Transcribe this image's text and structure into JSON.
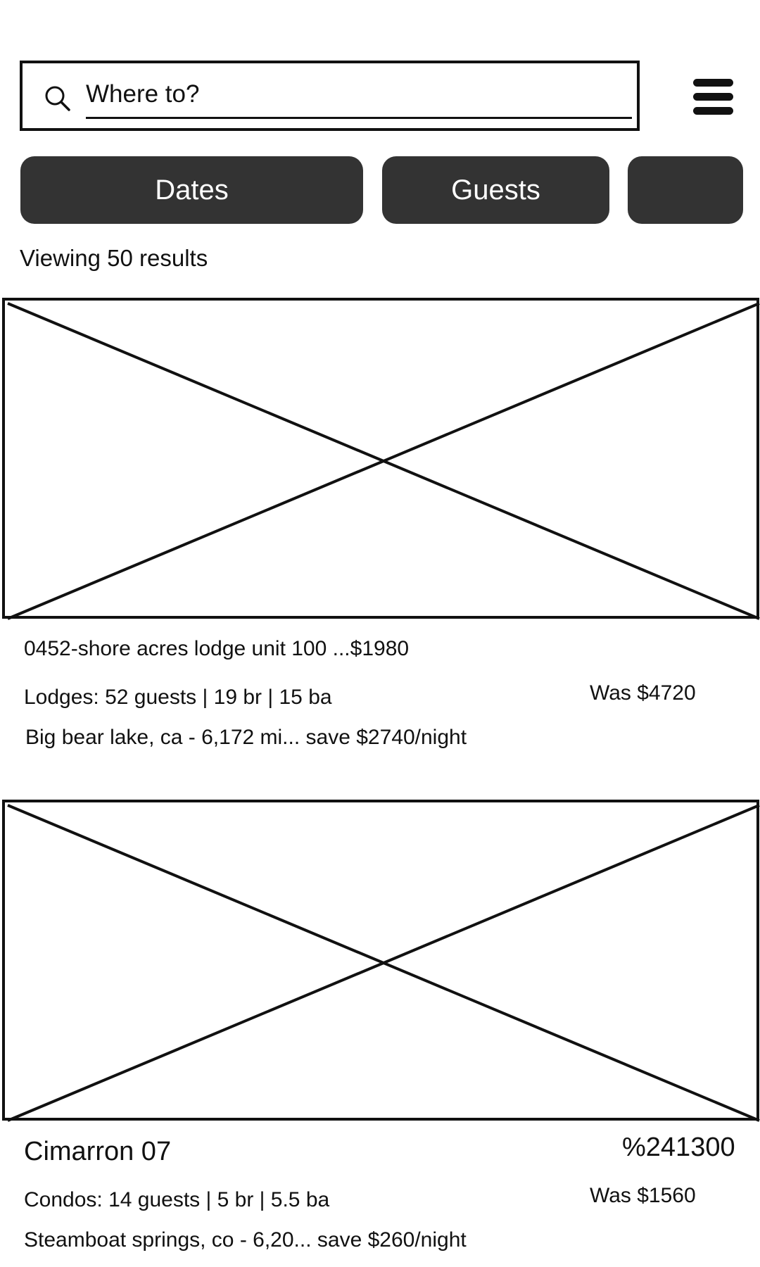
{
  "search": {
    "placeholder": "Where to?",
    "icon": "search-icon"
  },
  "menu": {
    "icon": "hamburger-menu-icon"
  },
  "filters": {
    "dates_label": "Dates",
    "guests_label": "Guests",
    "more_label": ""
  },
  "results": {
    "count_text": "Viewing 50 results"
  },
  "listings": [
    {
      "title": "0452-shore acres lodge unit 100 ...$1980",
      "price": "",
      "details": "Lodges: 52 guests | 19 br | 15 ba",
      "was_price": "Was $4720",
      "location": "Big bear lake, ca - 6,172 mi... save $2740/night"
    },
    {
      "title": "Cimarron 07",
      "price": "%241300",
      "details": "Condos: 14 guests | 5 br | 5.5 ba",
      "was_price": "Was $1560",
      "location": "Steamboat springs, co - 6,20... save $260/night"
    }
  ],
  "colors": {
    "chip_background": "#333333",
    "chip_text": "#ffffff",
    "outline": "#111111"
  }
}
